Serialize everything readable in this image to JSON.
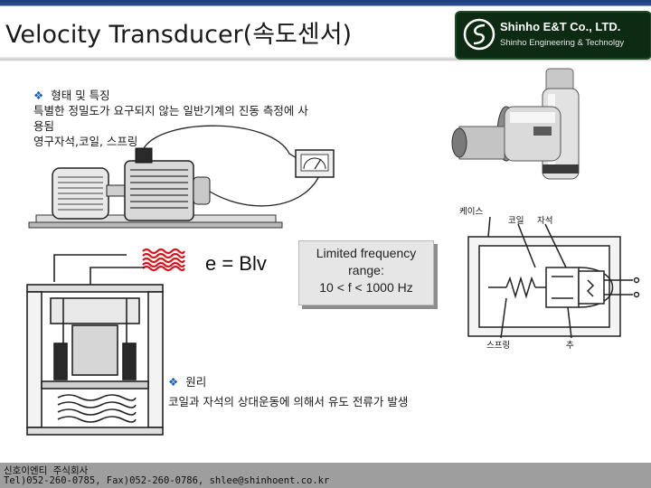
{
  "header": {
    "title": "Velocity Transducer(속도센서)",
    "company_name": "Shinho E&T Co., LTD.",
    "company_subtitle": "Shinho Engineering & Technolgy"
  },
  "section1": {
    "heading": "형태 및 특징",
    "line1": "특별한 정밀도가 요구되지 않는 일반기계의 진동 측정에 사",
    "line2": "용됨",
    "line3": "영구자석,코일, 스프링"
  },
  "formula": "e = Blv",
  "frequency_box": {
    "line1": "Limited frequency",
    "line2": "range:",
    "line3": "10 < f < 1000 Hz"
  },
  "section2": {
    "heading": "원리",
    "description": "코일과 자석의 상대운동에 의해서 유도 전류가 발생"
  },
  "diagram_labels": {
    "case": "케이스",
    "coil": "코일",
    "magnet": "자석",
    "spring": "스프링",
    "weight": "추"
  },
  "footer": {
    "company": "신호이엔티 주식회사",
    "contact": "Tel)052-260-0785, Fax)052-260-0786, shlee@shinhoent.co.kr"
  },
  "colors": {
    "header_bar": "#1f3d7a",
    "logo_bg": "#0d2a12",
    "bullet": "#1a5fb4",
    "coil_red": "#d8141b",
    "footer_bg": "#9e9e9e"
  }
}
